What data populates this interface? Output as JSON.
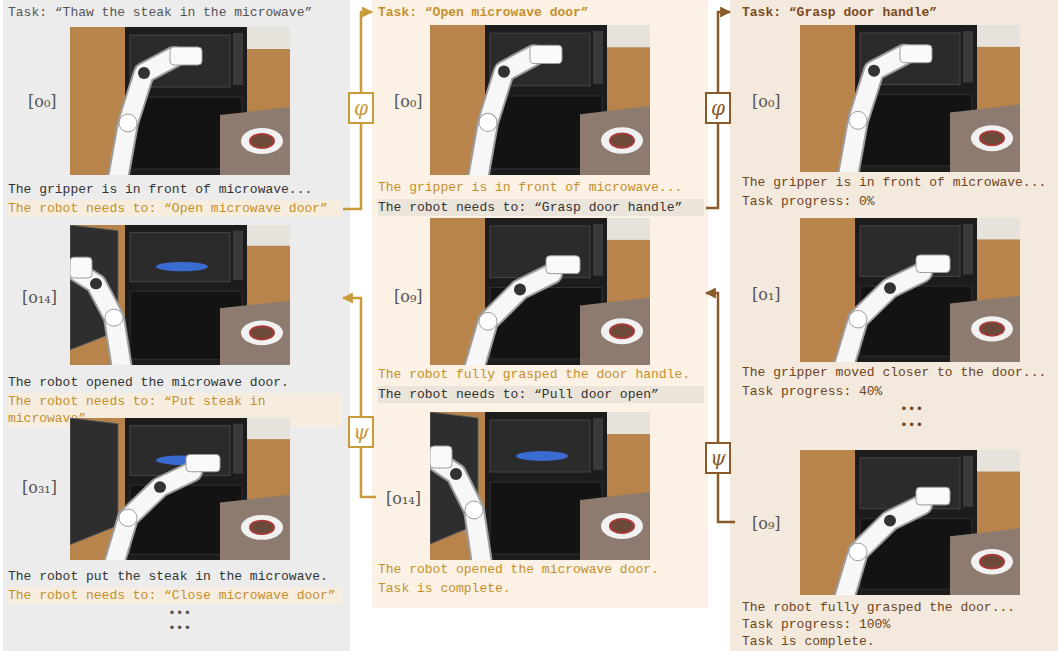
{
  "diagram": {
    "nodes": [
      {
        "text": [
          "Task: “Thaw the steak in the microwave”"
        ]
      },
      {
        "text": [
          "[o₀]",
          "The gripper is in front of microwave...",
          "The robot needs to: “Open microwave door”"
        ],
        "in": 0
      },
      {
        "text": [
          "[o₁₄]",
          "The robot opened the microwave door.",
          "The robot needs to: “Put steak in microwave”"
        ],
        "in": 0
      },
      {
        "text": [
          "[o₃₁]",
          "The robot put the steak in the microwave.",
          "The robot needs to: “Close microwave door”"
        ],
        "in": 0
      },
      {
        "text": [
          "Task: “Open microwave door”"
        ]
      },
      {
        "text": [
          "[o₀]",
          "The gripper is in front of microwave...",
          "The robot needs to: “Grasp door handle”"
        ],
        "in": 4
      },
      {
        "text": [
          "[o₉]",
          "The robot fully grasped the door handle.",
          "The robot needs to: “Pull door open”"
        ],
        "in": 4
      },
      {
        "text": [
          "[o₁₄]",
          "The robot opened the microwave door.",
          "Task is complete."
        ],
        "in": 4
      },
      {
        "text": [
          "Task: “Grasp door handle”"
        ]
      },
      {
        "text": [
          "[o₀]",
          "The gripper is in front of microwave...",
          "Task progress: 0%"
        ],
        "in": 8
      },
      {
        "text": [
          "[o₁]",
          "The gripper moved closer to the door...",
          "Task progress: 40%"
        ],
        "in": 8
      },
      {
        "text": [
          "[o₉]",
          "The robot fully grasped the door...",
          "Task progress: 100%",
          "Task is complete."
        ],
        "in": 8
      }
    ],
    "edges": [
      {
        "from": 1,
        "to": 4,
        "arrow": "to",
        "label": "φ"
      },
      {
        "from": 5,
        "to": 8,
        "arrow": "to",
        "label": "φ"
      },
      {
        "from": 11,
        "to": 6,
        "arrow": "to",
        "label": "ψ"
      },
      {
        "from": 7,
        "to": 2,
        "arrow": "to",
        "label": "ψ"
      }
    ],
    "labels": [
      "•••",
      "•••",
      "•••",
      "•••"
    ]
  }
}
